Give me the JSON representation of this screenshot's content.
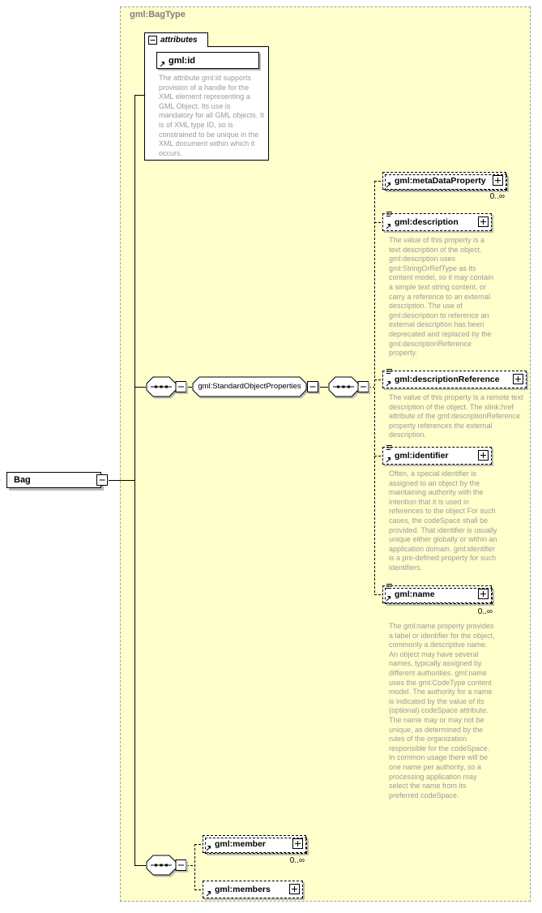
{
  "title": "gml:BagType",
  "root": {
    "name": "Bag"
  },
  "attributes_section": {
    "label": "attributes",
    "items": [
      {
        "name": "gml:id",
        "doc": "The attribute gml:id supports provision of a handle for the XML element representing a GML Object. Its use is mandatory for all GML objects. It is of XML type ID, so is constrained to be unique in the XML document within which it occurs."
      }
    ]
  },
  "groups": {
    "standard_object_properties": "gml:StandardObjectProperties"
  },
  "elements": [
    {
      "name": "gml:metaDataProperty",
      "occurrence": "0..∞",
      "doc": ""
    },
    {
      "name": "gml:description",
      "doc": "The value of this property is a text description of the object. gml:description uses gml:StringOrRefType as its content model, so it may contain a simple text string content, or carry a reference to an external description. The use of gml:description to reference an external description has been deprecated and replaced by the gml:descriptionReference property."
    },
    {
      "name": "gml:descriptionReference",
      "doc": "The value of this property is a remote text description of the object. The xlink:href attribute of the gml:descriptionReference property references the external description."
    },
    {
      "name": "gml:identifier",
      "doc": "Often, a special identifier is assigned to an object by the maintaining authority with the intention that it is used in references to the object For such cases, the codeSpace shall be provided. That identifier is usually unique either globally or within an application domain. gml:identifier is a pre-defined property for such identifiers."
    },
    {
      "name": "gml:name",
      "occurrence": "0..∞",
      "doc": "The gml:name property provides a label or identifier for the object, commonly a descriptive name. An object may have several names, typically assigned by different authorities. gml:name uses the gml:CodeType content model.  The authority for a name is indicated by the value of its (optional) codeSpace attribute.  The name may or may not be unique, as determined by the rules of the organization responsible for the codeSpace.  In common usage there will be one name per authority, so a processing application may select the name from its preferred codeSpace."
    },
    {
      "name": "gml:member",
      "occurrence": "0..∞",
      "doc": ""
    },
    {
      "name": "gml:members",
      "doc": ""
    }
  ],
  "colors": {
    "container_fill": "#ffffcc",
    "container_border": "#9e9e9e",
    "box_shadow": "#b9b9b9",
    "annotation_text": "#9b9b9b",
    "title_text": "#808080"
  },
  "icons": [
    "sequence-icon",
    "collapse-icon",
    "expand-icon",
    "reference-arrow-icon",
    "annotation-icon"
  ]
}
